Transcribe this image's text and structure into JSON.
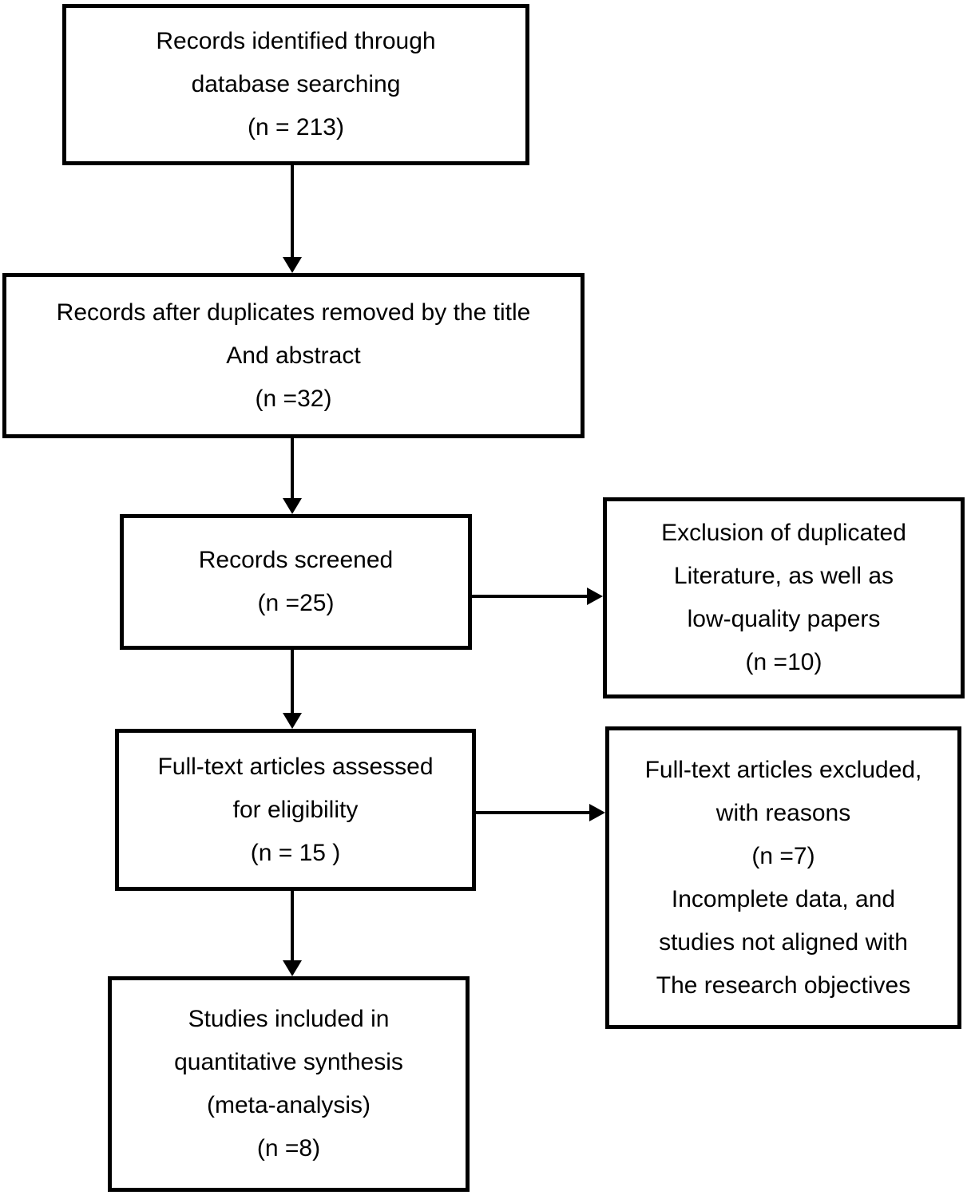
{
  "flowchart": {
    "type": "prisma-study-selection-flow",
    "colors": {
      "background": "#ffffff",
      "box_border": "#000000",
      "text": "#000000",
      "arrow": "#000000"
    },
    "nodes": [
      {
        "id": "records-identified",
        "text": "Records identified through\ndatabase searching\n(n = 213)",
        "count": 213
      },
      {
        "id": "records-deduplicated",
        "text": "Records after duplicates removed by the title\nAnd abstract\n(n =32)",
        "count": 32
      },
      {
        "id": "records-screened",
        "text": "Records screened\n(n =25)",
        "count": 25
      },
      {
        "id": "exclusion-duplicated",
        "text": "Exclusion of duplicated\nLiterature, as well as\nlow-quality papers\n(n =10)",
        "count": 10
      },
      {
        "id": "fulltext-assessed",
        "text": "Full-text articles assessed\nfor eligibility\n(n = 15 )",
        "count": 15
      },
      {
        "id": "fulltext-excluded",
        "text": "Full-text articles excluded,\nwith reasons\n(n =7)\nIncomplete data, and\nstudies not aligned with\nThe research objectives",
        "count": 7
      },
      {
        "id": "studies-included",
        "text": "Studies included in\nquantitative synthesis\n(meta-analysis)\n(n =8)",
        "count": 8
      }
    ],
    "edges": [
      {
        "from": "records-identified",
        "to": "records-deduplicated",
        "direction": "down"
      },
      {
        "from": "records-deduplicated",
        "to": "records-screened",
        "direction": "down"
      },
      {
        "from": "records-screened",
        "to": "exclusion-duplicated",
        "direction": "right"
      },
      {
        "from": "records-screened",
        "to": "fulltext-assessed",
        "direction": "down"
      },
      {
        "from": "fulltext-assessed",
        "to": "fulltext-excluded",
        "direction": "right"
      },
      {
        "from": "fulltext-assessed",
        "to": "studies-included",
        "direction": "down"
      }
    ]
  }
}
